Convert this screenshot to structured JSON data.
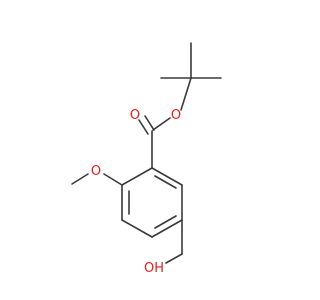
{
  "molecule": {
    "atom_labels": {
      "ester_carbonyl_oxygen": "O",
      "ester_ether_oxygen": "O",
      "methoxy_oxygen": "O",
      "hydroxyl": "OH"
    },
    "colors": {
      "bond": "#3a3a3a",
      "oxygen": "#e0201b",
      "background": "#ffffff"
    }
  }
}
